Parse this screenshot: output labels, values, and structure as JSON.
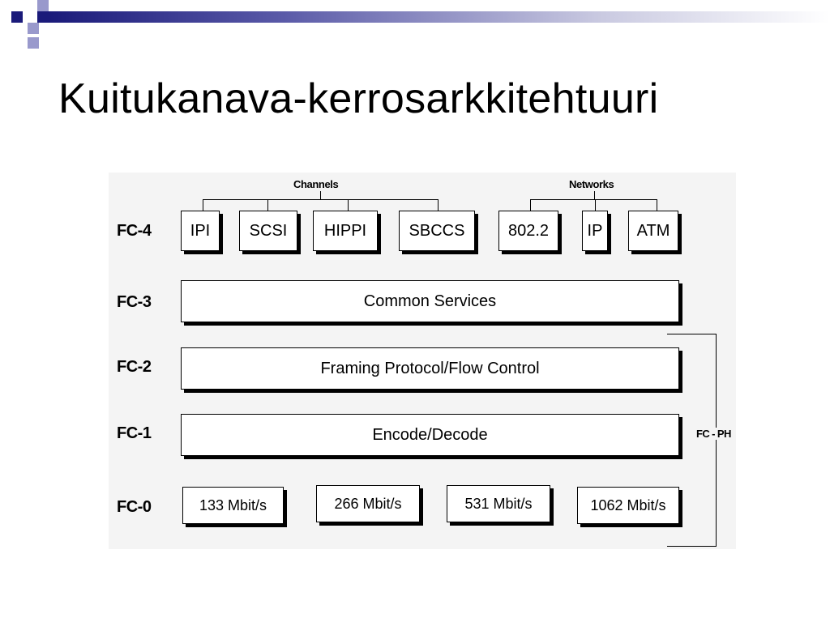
{
  "slide": {
    "title": "Kuitukanava-kerrosarkkitehtuuri"
  },
  "diagram": {
    "groups": {
      "channels": "Channels",
      "networks": "Networks"
    },
    "layers": {
      "fc4": "FC-4",
      "fc3": "FC-3",
      "fc2": "FC-2",
      "fc1": "FC-1",
      "fc0": "FC-0"
    },
    "fc4_protocols": [
      "IPI",
      "SCSI",
      "HIPPI",
      "SBCCS",
      "802.2",
      "IP",
      "ATM"
    ],
    "fc3_box": "Common Services",
    "fc2_box": "Framing Protocol/Flow Control",
    "fc1_box": "Encode/Decode",
    "fc0_rates": [
      "133 Mbit/s",
      "266 Mbit/s",
      "531 Mbit/s",
      "1062 Mbit/s"
    ],
    "bracket_label": "FC - PH"
  },
  "colors": {
    "decor_dark": "#1a1a7a",
    "decor_light": "#9999cc",
    "box_fill": "#ffffff",
    "shadow": "#000000"
  }
}
